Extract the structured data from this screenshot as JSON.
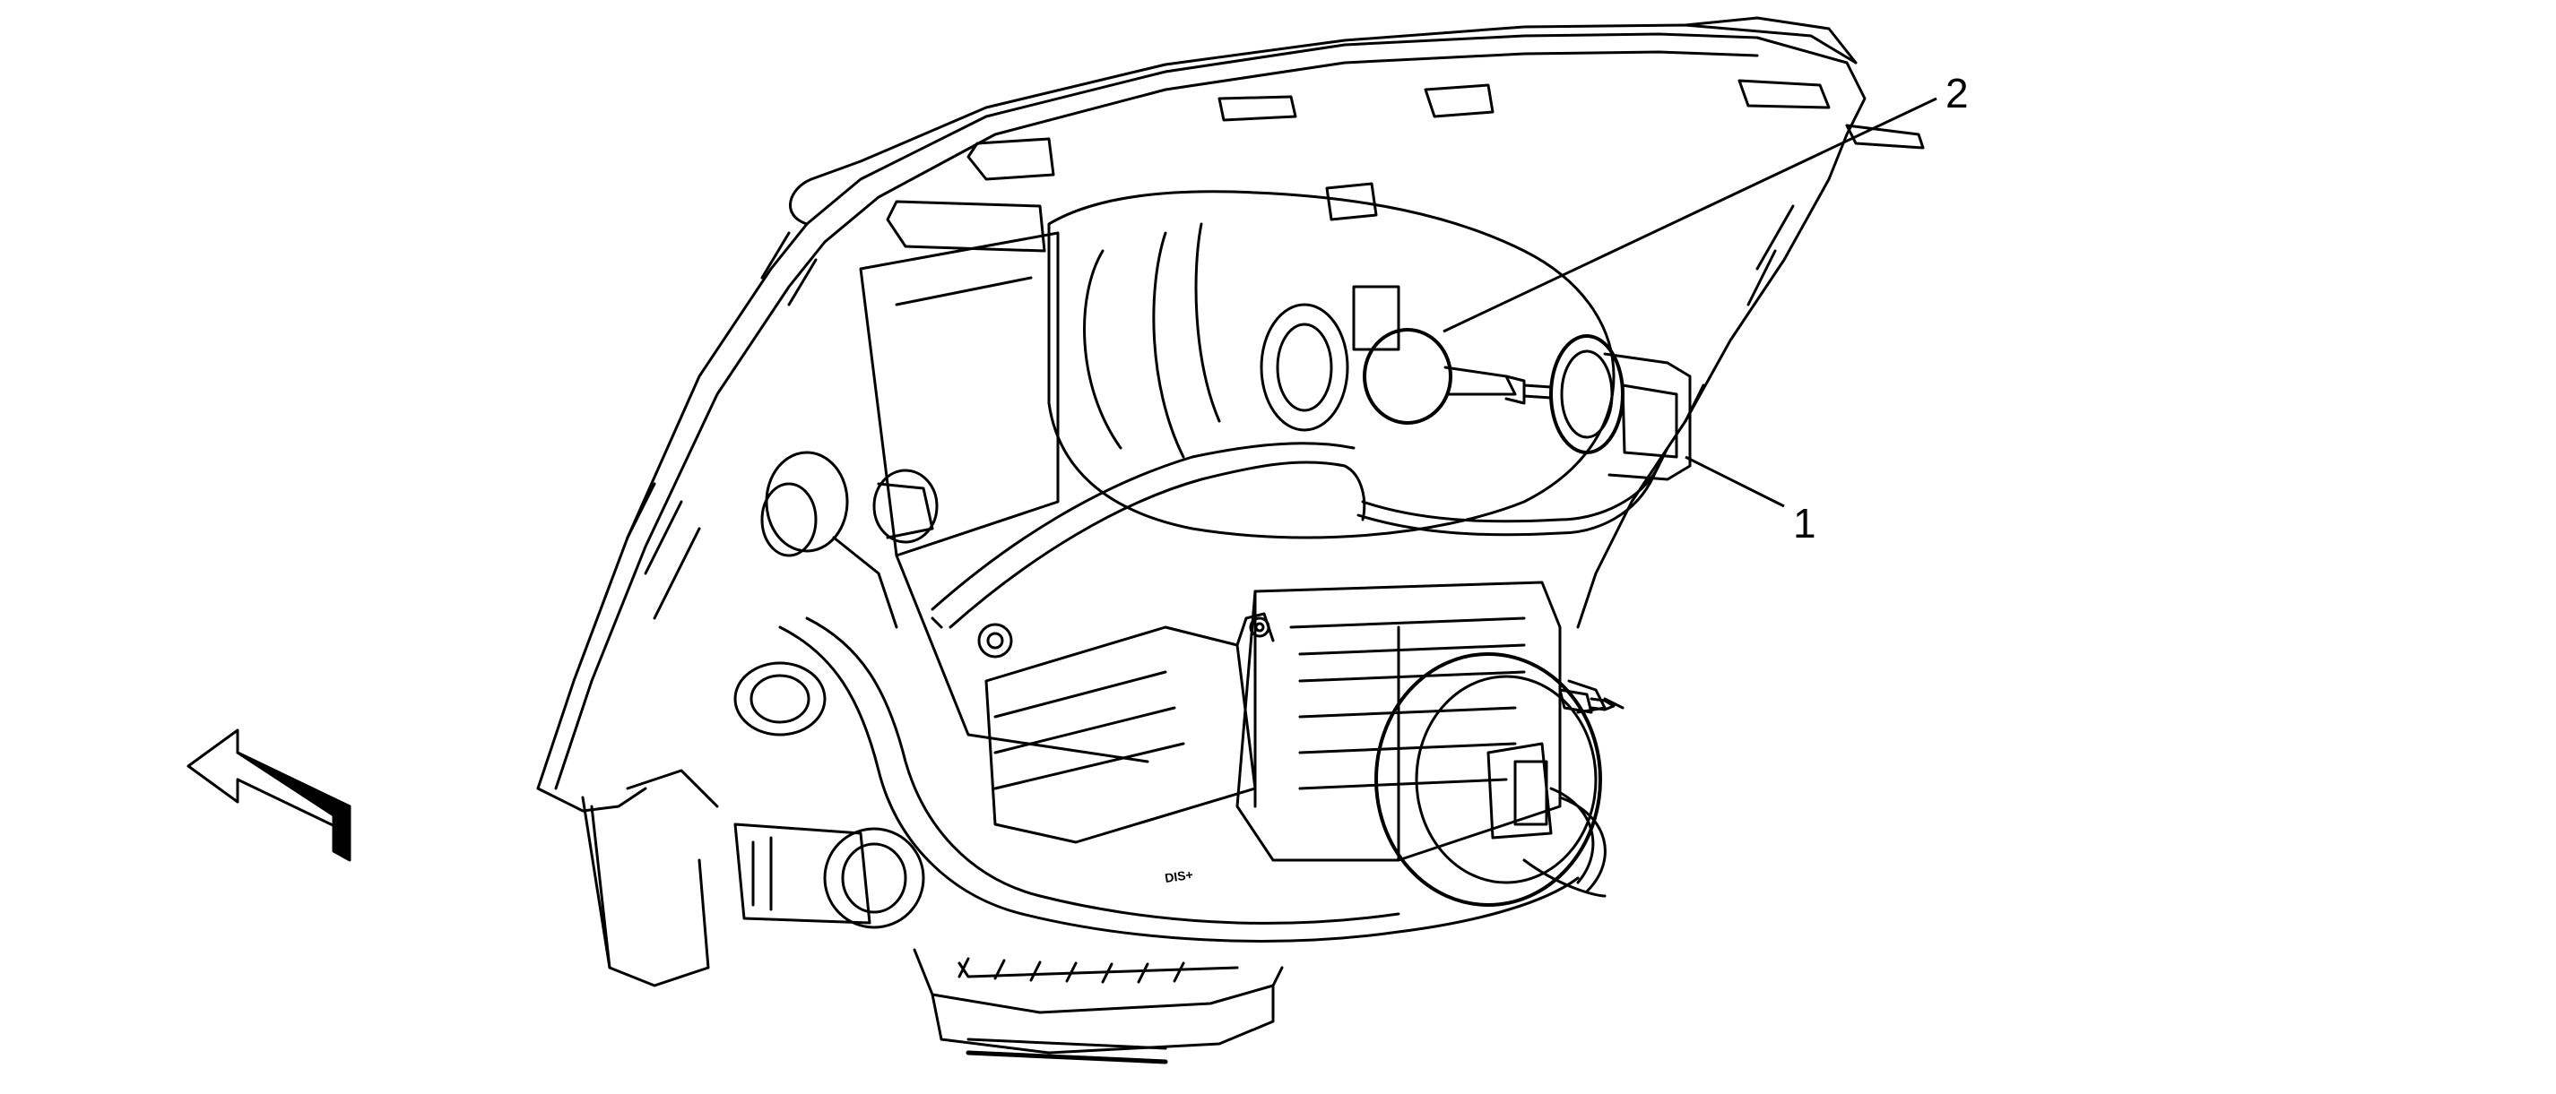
{
  "diagram": {
    "callouts": [
      {
        "id": "1",
        "label": "1"
      },
      {
        "id": "2",
        "label": "2"
      }
    ],
    "part_marking": "DIS+",
    "colors": {
      "line": "#000000",
      "background": "#ffffff"
    },
    "icons": [
      "front-direction-arrow-icon"
    ]
  }
}
